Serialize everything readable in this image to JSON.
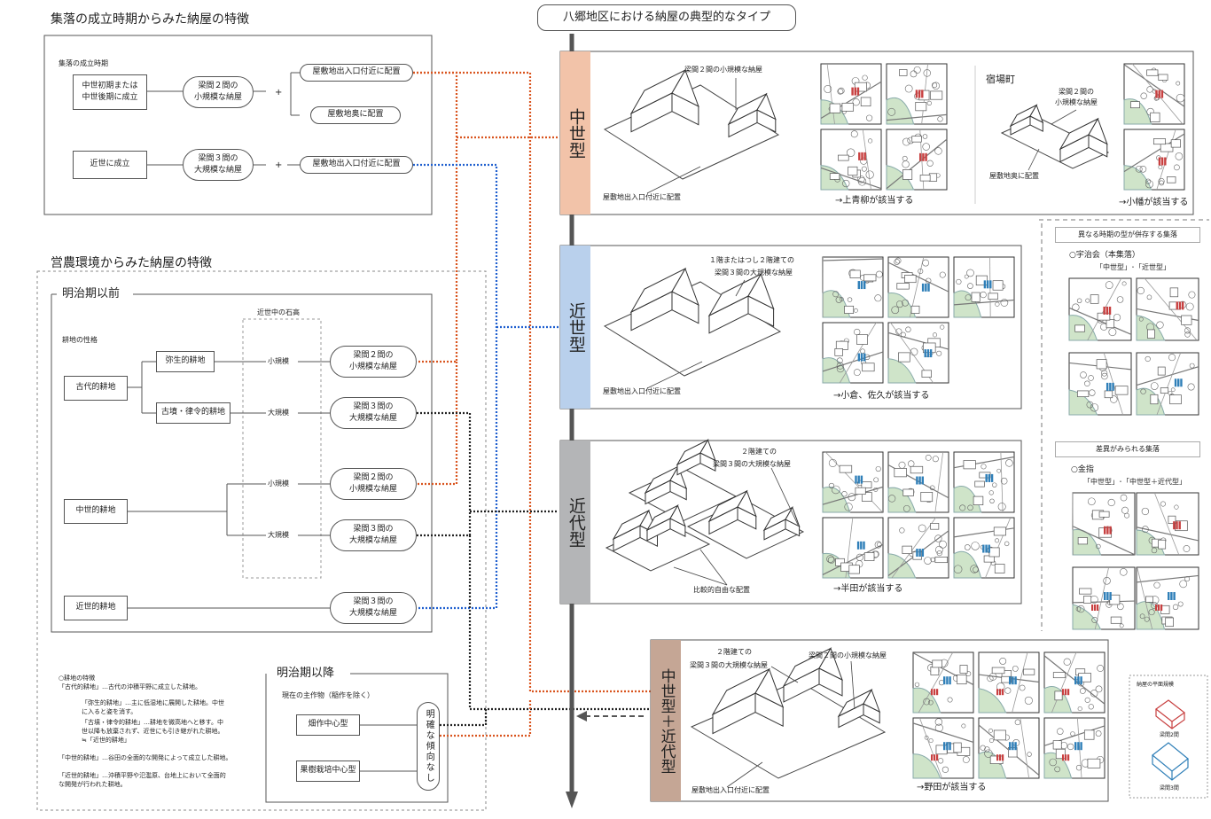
{
  "colors": {
    "orange": "#d9541e",
    "blue": "#1f5fcf",
    "dark": "#222222",
    "chuseiBand": "#f2c3a9",
    "kinseiBand": "#b9d0ec",
    "kindaiBand": "#b4b5b7",
    "mixedBand": "#c5a695",
    "buildingRed": "#c84040",
    "buildingBlue": "#2f7fb8",
    "mapGreen": "#cfe4c9"
  },
  "settlement": {
    "title": "集落の成立時期からみた納屋の特徴",
    "period_label": "集落の成立時期",
    "period_early": "中世初期または\n中世後期に成立",
    "period_kinsei": "近世に成立",
    "small_barn": "梁間２間の\n小規模な納屋",
    "large_barn": "梁間３間の\n大規模な納屋",
    "plus": "+",
    "entrance": "屋敷地出入口付近に配置",
    "back": "屋敷地奥に配置"
  },
  "farming": {
    "title": "営農環境からみた納屋の特徴",
    "meiji_before": "明治期以前",
    "land_label": "耕地の性格",
    "kokudaka_label": "近世中の石高",
    "ancient": "古代的耕地",
    "yayoi": "弥生的耕地",
    "kofun": "古墳・律令的耕地",
    "medieval": "中世的耕地",
    "early_modern": "近世的耕地",
    "small": "小規模",
    "large": "大規模",
    "small_barn": "梁間２間の\n小規模な納屋",
    "large_barn": "梁間３間の\n大規模な納屋"
  },
  "meiji_after": {
    "title": "明治期以降",
    "crop_label": "現在の主作物（稲作を除く）",
    "field": "畑作中心型",
    "orchard": "果樹栽培中心型",
    "no_trend": "明確な傾向なし"
  },
  "notes": {
    "title": "○耕地の特徴",
    "ancient": "「古代的耕地」…古代の沖積平野に成立した耕地。",
    "yayoi1": "「弥生的耕地」…主に低湿地に展開した耕地。中世",
    "yayoi2": "に入ると姿を消す。",
    "kofun1": "「古墳・律令的耕地」…耕地を微高地へと移す。中",
    "kofun2": "世以降も放棄されず、近世にも引き継がれた耕地。",
    "kofun3": "≒「近世的耕地」",
    "medieval": "「中世的耕地」…谷田の全面的な開発によって成立した耕地。",
    "early_modern1": "「近世的耕地」…沖積平野や氾濫原、台地上において全面的",
    "early_modern2": "な開発が行われた耕地。"
  },
  "main": {
    "title": "八郷地区における納屋の典型的なタイプ",
    "chusei": {
      "label": "中世型",
      "barn_note": "梁間２間の小規模な納屋",
      "placement": "屋敷地出入口付近に配置",
      "applies": "→上青柳が該当する",
      "juku_title": "宿場町",
      "juku_barn": "梁間２間の\n小規模な納屋",
      "juku_place": "屋敷地奥に配置",
      "juku_applies": "→小幡が該当する"
    },
    "kinsei": {
      "label": "近世型",
      "barn_note1": "１階またはつし２階建ての",
      "barn_note2": "梁間３間の大規模な納屋",
      "placement": "屋敷地出入口付近に配置",
      "applies": "→小倉、佐久が該当する"
    },
    "kindai": {
      "label": "近代型",
      "barn_note1": "２階建ての",
      "barn_note2": "梁間３間の大規模な納屋",
      "placement": "比較的自由な配置",
      "applies": "→半田が該当する"
    },
    "mixed": {
      "label": "中世型＋近代型",
      "note_two": "２階建ての",
      "note_large": "梁間３間の大規模な納屋",
      "note_small": "梁間２間の小規模な納屋",
      "placement": "屋敷地出入口付近に配置",
      "applies": "→野田が該当する"
    }
  },
  "side": {
    "coexist_title": "異なる時期の型が併存する集落",
    "ujikai": "○宇治会（本集落）",
    "ujikai_types": "「中世型」･「近世型」",
    "diff_title": "差異がみられる集落",
    "kanezashi": "○金指",
    "kanezashi_types": "「中世型」･「中世型＋近代型」"
  },
  "legend": {
    "title": "納屋の平面規模",
    "two": "梁間2間",
    "three": "梁間3間"
  }
}
